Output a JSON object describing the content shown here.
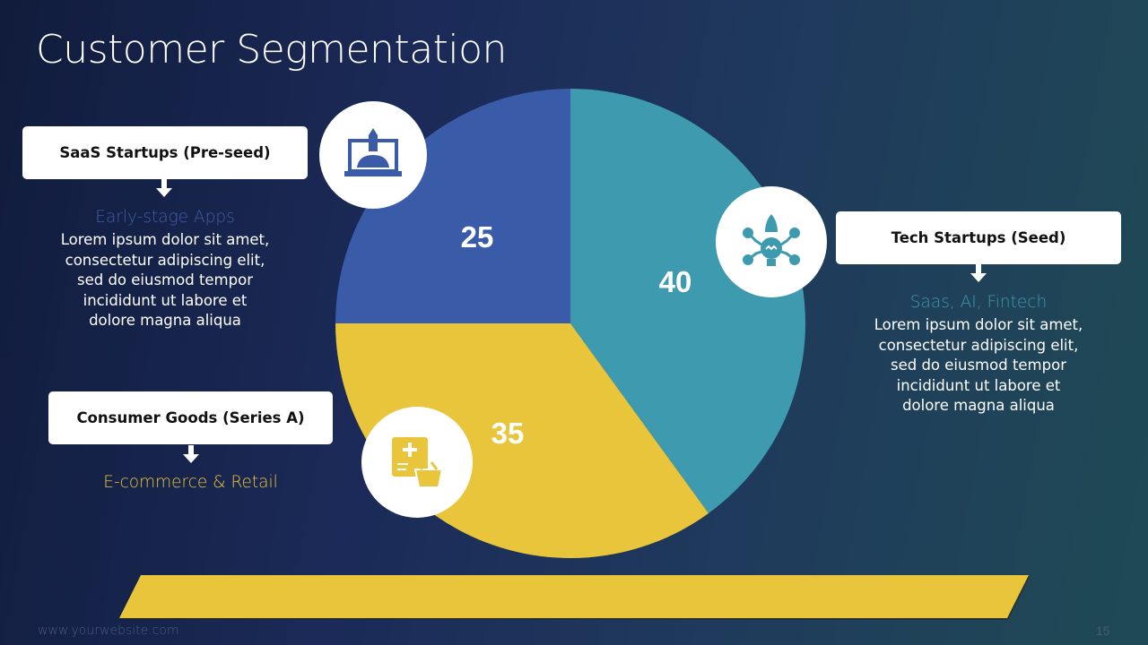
{
  "title": "Customer Segmentation",
  "chart_data": {
    "type": "pie",
    "title": "Customer Segmentation",
    "start": "top",
    "direction": "clockwise",
    "slices": [
      {
        "label": "Tech Startups (Seed)",
        "value": 40,
        "color": "#3e9aae"
      },
      {
        "label": "Consumer Goods (Series A)",
        "value": 35,
        "color": "#e8c53a"
      },
      {
        "label": "SaaS Startups (Pre-seed)",
        "value": 25,
        "color": "#3a5ca8"
      }
    ],
    "data_labels": [
      "40",
      "35",
      "25"
    ]
  },
  "segments": {
    "saas": {
      "heading": "SaaS Startups (Pre-seed)",
      "subtitle": "Early-stage Apps",
      "body": [
        "Lorem ipsum dolor sit amet,",
        "consectetur adipiscing elit,",
        "sed do eiusmod tempor",
        "incididunt ut labore et",
        "dolore magna aliqua"
      ],
      "icon": "laptop-rocket-icon",
      "color": "#3f5fa8"
    },
    "tech": {
      "heading": "Tech Startups (Seed)",
      "subtitle": "Saas, AI, Fintech",
      "body": [
        "Lorem ipsum dolor sit amet,",
        "consectetur adipiscing elit,",
        "sed do eiusmod tempor",
        "incididunt ut labore et",
        "dolore magna aliqua"
      ],
      "icon": "rocket-lightbulb-network-icon",
      "color": "#3e9aae"
    },
    "consumer": {
      "heading": "Consumer Goods (Series A)",
      "subtitle": "E-commerce & Retail",
      "icon": "shopping-basket-icon",
      "color": "#e8c53a"
    }
  },
  "footer": {
    "website": "www.yourwebsite.com",
    "page": "15"
  }
}
